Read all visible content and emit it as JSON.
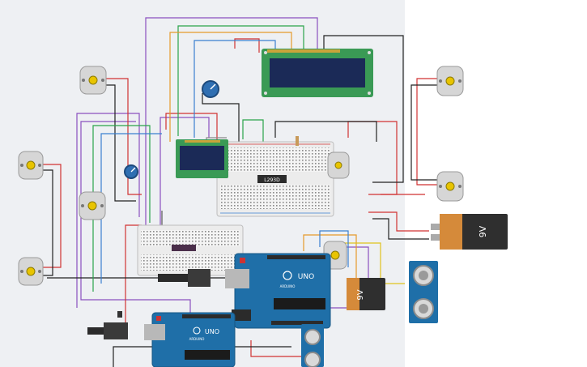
{
  "app": {
    "title": ""
  },
  "colors": {
    "workspace_bg": "#eef0f3",
    "arduino_blue": "#1f6fa8",
    "lcd_green": "#3a9a55",
    "lcd_screen": "#1b2a57",
    "battery_body": "#2f2f2f",
    "battery_cap": "#d58a3a",
    "breadboard": "#f3f3f3",
    "wire_red": "#d13232",
    "wire_purple": "#8a4fbf",
    "wire_black": "#222222",
    "wire_green": "#2aa44a",
    "wire_orange": "#e69a2a",
    "wire_blue": "#3a7fd0"
  },
  "components": {
    "arduino_main": {
      "brand": "UNO",
      "sub": "ARDUINO"
    },
    "arduino_second": {
      "brand": "UNO",
      "sub": "ARDUINO"
    },
    "battery_right": {
      "label": "9V"
    },
    "battery_mid": {
      "label": "9V"
    },
    "ic_chip": {
      "label": "L293D"
    }
  },
  "icons": {
    "motor": "dc-motor-icon",
    "potentiometer": "potentiometer-icon",
    "ultrasonic": "ultrasonic-sensor-icon",
    "lcd": "lcd-display-icon"
  }
}
